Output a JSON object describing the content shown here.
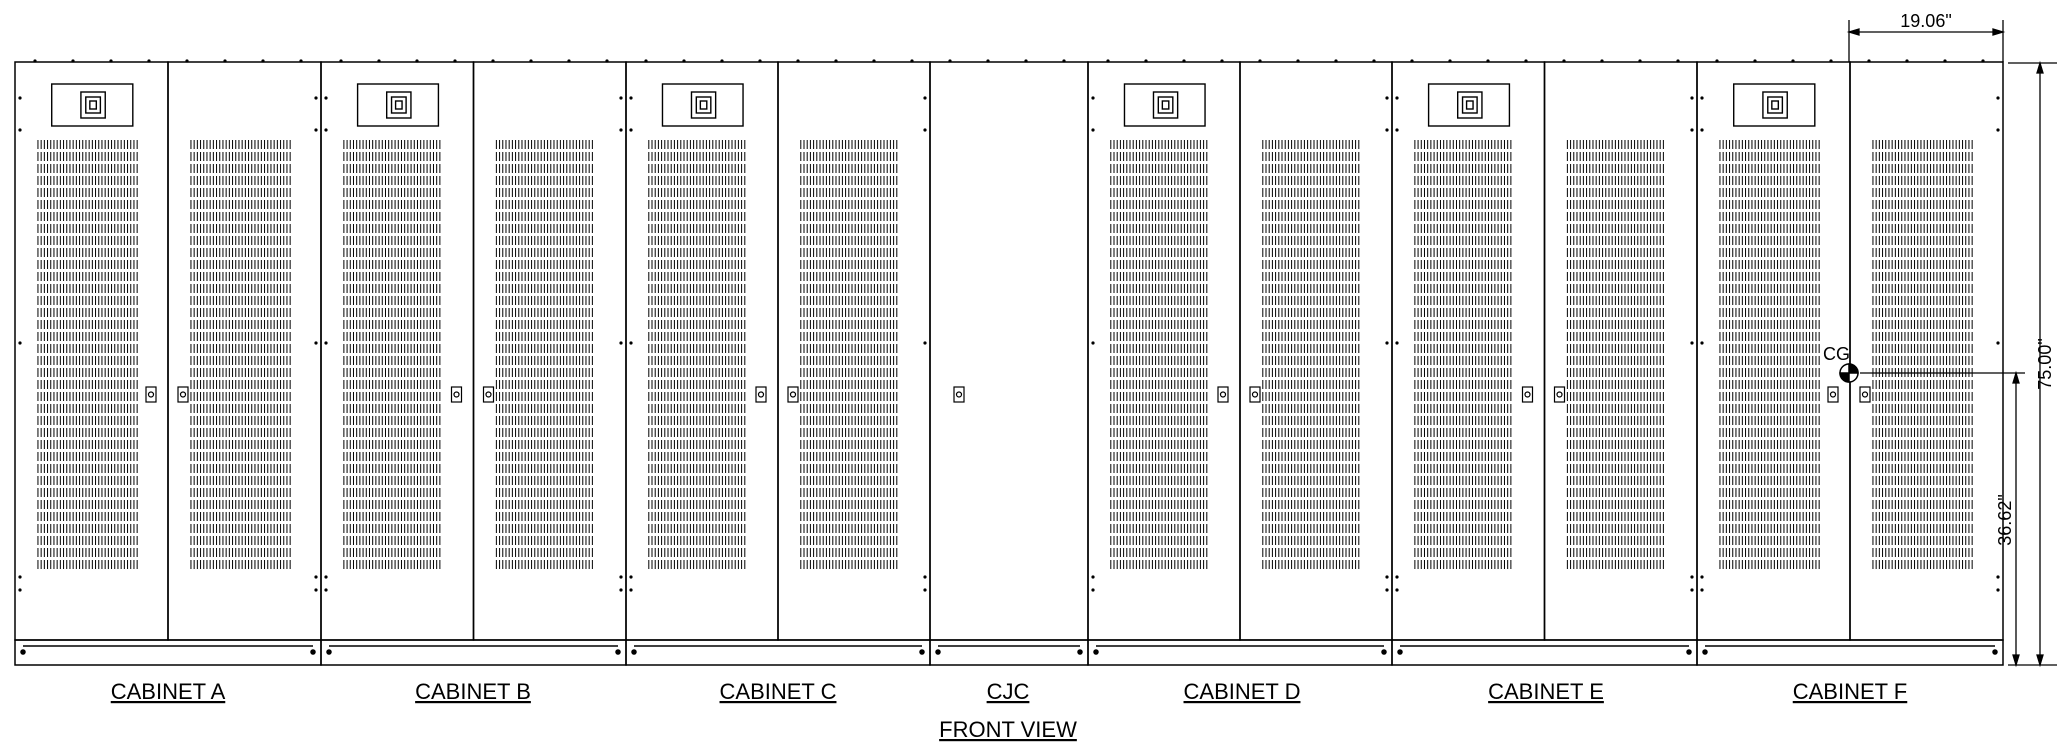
{
  "view_title": "FRONT VIEW",
  "cabinets": [
    {
      "label": "CABINET A",
      "type": "cabinet"
    },
    {
      "label": "CABINET B",
      "type": "cabinet"
    },
    {
      "label": "CABINET C",
      "type": "cabinet"
    },
    {
      "label": "CJC",
      "type": "junction"
    },
    {
      "label": "CABINET D",
      "type": "cabinet"
    },
    {
      "label": "CABINET E",
      "type": "cabinet"
    },
    {
      "label": "CABINET F",
      "type": "cabinet"
    }
  ],
  "dimensions": {
    "width": "19.06\"",
    "height": "75.00\"",
    "center_of_gravity": "36.62\""
  },
  "colors": {
    "line": "#000000",
    "background": "#ffffff"
  }
}
